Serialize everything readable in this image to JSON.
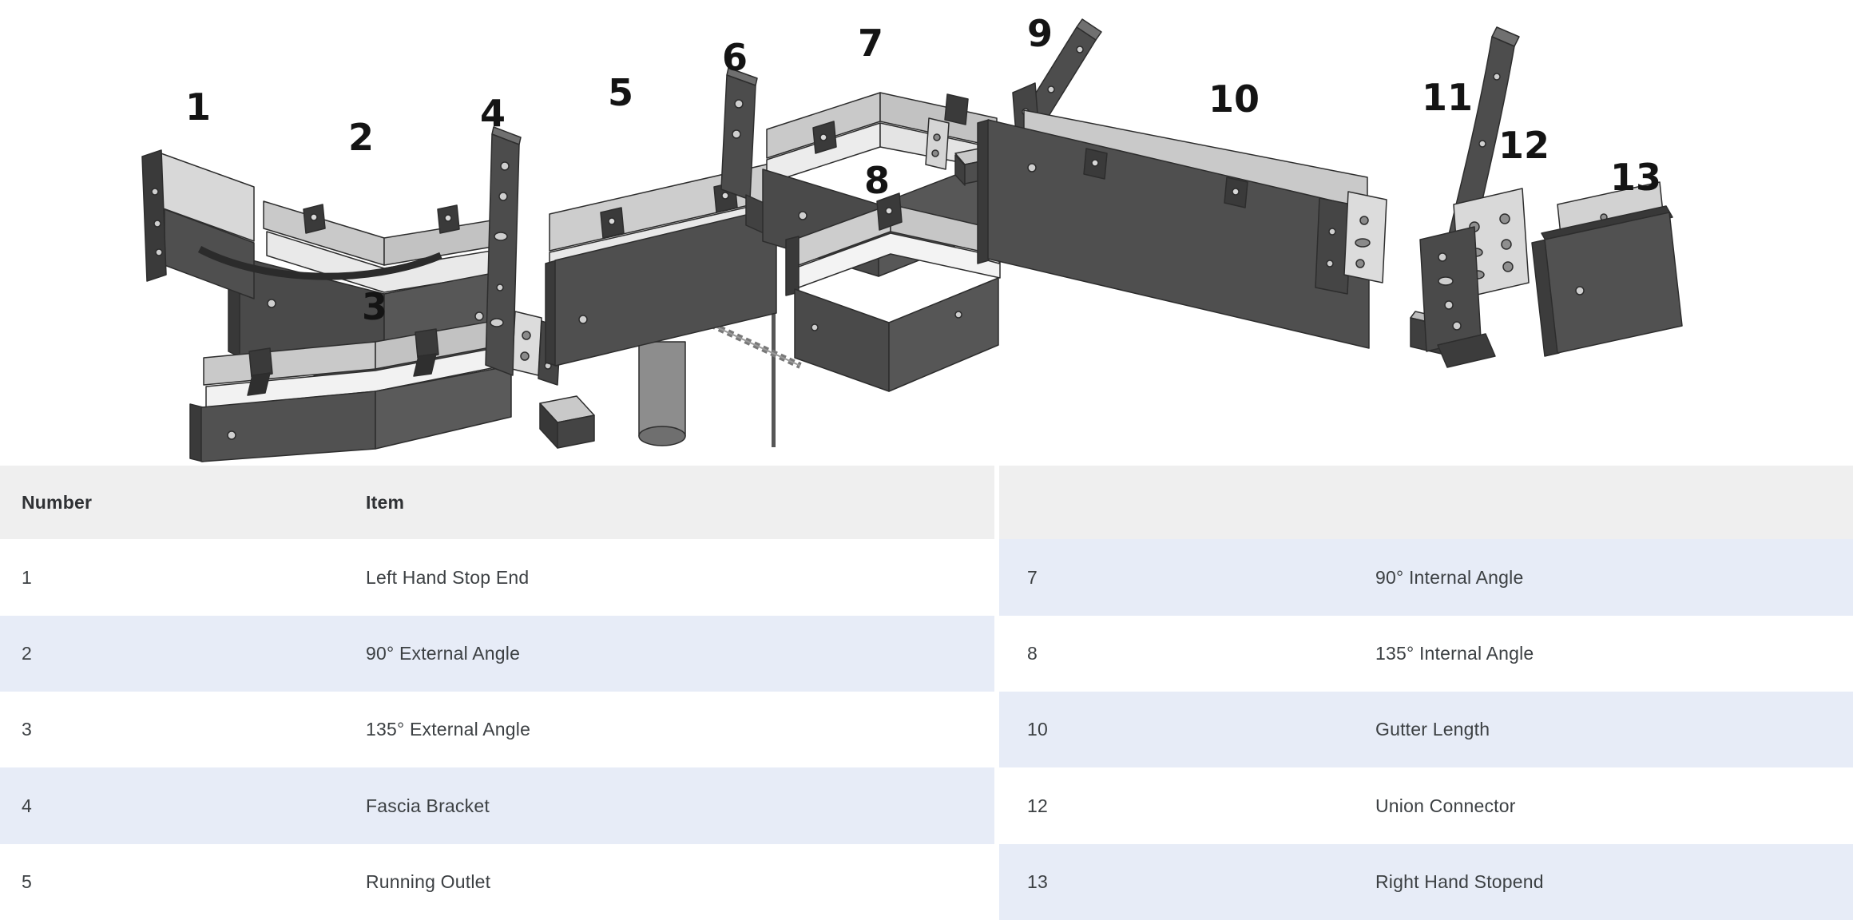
{
  "diagram": {
    "labels": [
      "1",
      "2",
      "3",
      "4",
      "5",
      "6",
      "7",
      "8",
      "9",
      "10",
      "11",
      "12",
      "13"
    ],
    "colors": {
      "background": "#ffffff",
      "gutter_top": "#c9c9c9",
      "gutter_inner": "#ececec",
      "gutter_front": "#4f4f4f",
      "gutter_end": "#3a3a3a",
      "label": "#141414"
    }
  },
  "parts_table": {
    "header": {
      "number": "Number",
      "item": "Item"
    },
    "left_rows": [
      {
        "number": "1",
        "item": "Left Hand Stop End"
      },
      {
        "number": "2",
        "item": "90° External Angle"
      },
      {
        "number": "3",
        "item": "135° External Angle"
      },
      {
        "number": "4",
        "item": "Fascia Bracket"
      },
      {
        "number": "5",
        "item": "Running Outlet"
      }
    ],
    "right_rows": [
      {
        "number": "7",
        "item": "90° Internal Angle"
      },
      {
        "number": "8",
        "item": "135° Internal Angle"
      },
      {
        "number": "10",
        "item": "Gutter Length"
      },
      {
        "number": "12",
        "item": "Union Connector"
      },
      {
        "number": "13",
        "item": "Right Hand Stopend"
      }
    ],
    "colors": {
      "header_bg": "#efefef",
      "row_bg": "#ffffff",
      "row_alt_bg": "#e7ecf7",
      "text": "#3c4043"
    }
  }
}
